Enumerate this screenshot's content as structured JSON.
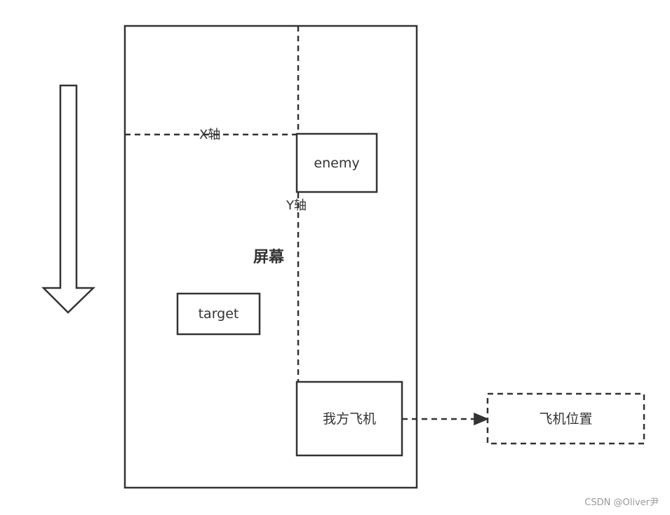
{
  "diagram": {
    "screen_label": "屏幕",
    "x_axis_label": "X轴",
    "y_axis_label": "Y轴",
    "enemy_label": "enemy",
    "target_label": "target",
    "player_plane_label": "我方飞机",
    "plane_position_label": "飞机位置",
    "watermark": "CSDN @Oliver尹"
  },
  "colors": {
    "stroke": "#333333",
    "text": "#333333",
    "background": "#ffffff",
    "watermark": "#999999"
  },
  "icons": {
    "down_arrow": "down-arrow-icon",
    "arrowhead": "arrowhead-icon"
  }
}
